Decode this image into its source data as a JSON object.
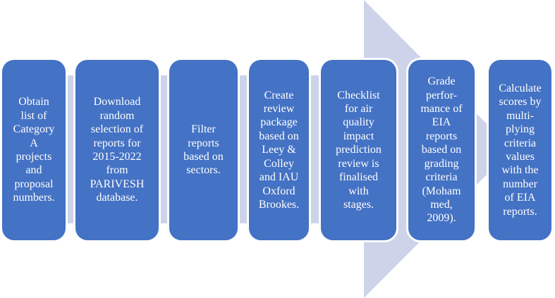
{
  "diagram": {
    "kind": "process-flow-arrow",
    "direction": "right",
    "colors": {
      "box_fill": "#4472C4",
      "box_text": "#ffffff",
      "box_outline": "#ffffff",
      "arrow_fill": "#CDD3E9",
      "page_bg": "#ffffff"
    },
    "arrow": {
      "description": "light lavender right-pointing arrow running behind the step boxes",
      "parts": [
        "arrow-body",
        "arrow-head"
      ]
    },
    "steps": [
      {
        "lines": [
          "Obtain",
          "list of",
          "Category",
          "A",
          "projects",
          "and",
          "proposal",
          "numbers."
        ]
      },
      {
        "lines": [
          "Download",
          "random",
          "selection of",
          "reports for",
          "2015-2022",
          "from",
          "PARIVESH",
          "database."
        ]
      },
      {
        "lines": [
          "Filter",
          "reports",
          "based on",
          "sectors."
        ]
      },
      {
        "lines": [
          "Create",
          "review",
          "package",
          "based on",
          "Leey &",
          "Colley",
          "and IAU",
          "Oxford",
          "Brookes."
        ]
      },
      {
        "lines": [
          "Checklist",
          "for air",
          "quality",
          "impact",
          "prediction",
          "review is",
          "finalised",
          "with",
          "stages."
        ]
      },
      {
        "lines": [
          "Grade",
          "perfor-",
          "mance of",
          "EIA",
          "reports",
          "based on",
          "grading",
          "criteria",
          "(Moham",
          "med,",
          "2009)."
        ]
      },
      {
        "lines": [
          "Calculate",
          "scores by",
          "multi-",
          "plying",
          "criteria",
          "values",
          "with the",
          "number",
          "of EIA",
          "reports."
        ]
      }
    ]
  }
}
